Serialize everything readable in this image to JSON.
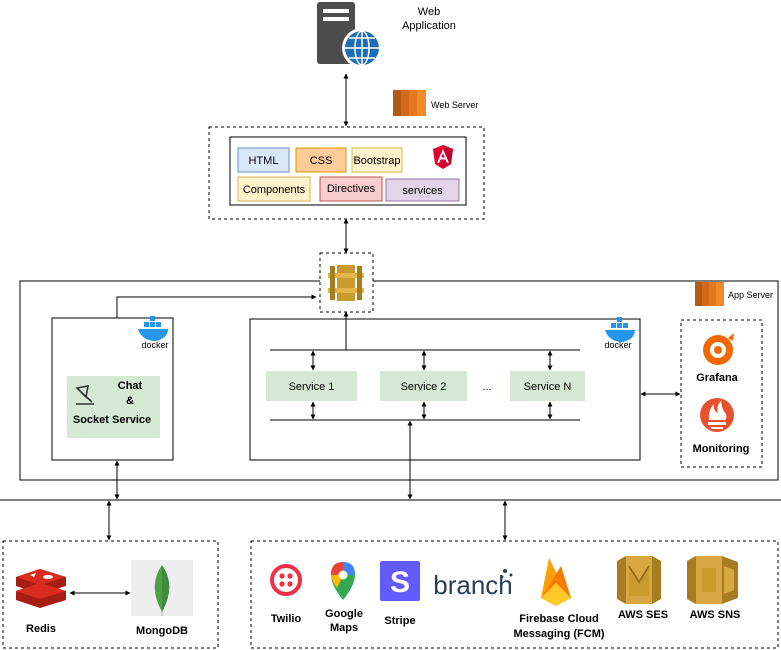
{
  "web_app": {
    "line1": "Web",
    "line2": "Application"
  },
  "web_server": {
    "label": "Web Server"
  },
  "frontend": {
    "html": "HTML",
    "css": "CSS",
    "bootstrap": "Bootstrap",
    "components": "Components",
    "directives": "Directives",
    "services": "services"
  },
  "app_server": {
    "label": "App Server"
  },
  "docker": {
    "label": "docker"
  },
  "chat": {
    "line1": "Chat",
    "line2": "&",
    "line3": "Socket Service"
  },
  "services": {
    "s1": "Service 1",
    "s2": "Service 2",
    "ellipsis": "...",
    "sn": "Service N"
  },
  "monitoring": {
    "grafana": "Grafana",
    "label": "Monitoring"
  },
  "storage": {
    "redis": "Redis",
    "mongodb": "MongoDB"
  },
  "third_party": {
    "twilio": "Twilio",
    "google_maps_1": "Google",
    "google_maps_2": "Maps",
    "stripe": "Stripe",
    "branch": "branch",
    "fcm_1": "Firebase Cloud",
    "fcm_2": "Messaging (FCM)",
    "aws_ses": "AWS SES",
    "aws_sns": "AWS SNS"
  },
  "colors": {
    "html_fill": "#dae8fc",
    "html_stroke": "#6c8ebf",
    "css_fill": "#ffcc99",
    "css_stroke": "#d79b00",
    "bootstrap_fill": "#fff2cc",
    "bootstrap_stroke": "#d6b656",
    "directives_fill": "#f8cecc",
    "directives_stroke": "#b85450",
    "services_fill": "#e1d5e7",
    "services_stroke": "#9673a6",
    "service_fill": "#d5e8d4",
    "aws_orange": "#e07a1c",
    "docker_blue": "#2496ed"
  }
}
